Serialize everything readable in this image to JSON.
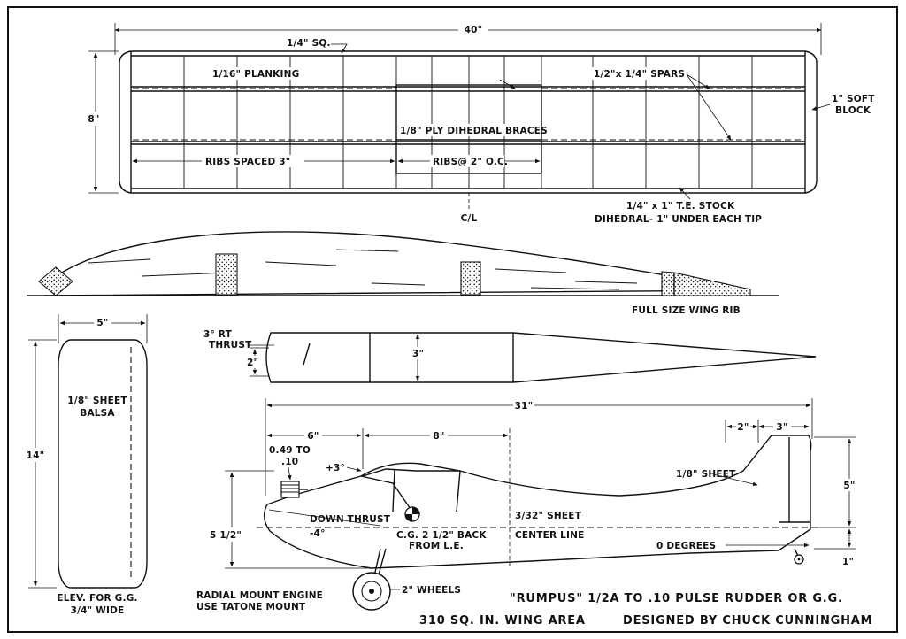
{
  "wing_plan": {
    "span_dim": "40\"",
    "le_label": "1/4\" SQ.",
    "planking_label": "1/16\" PLANKING",
    "spars_label": "1/2\"x 1/4\"  SPARS",
    "chord_dim": "8\"",
    "tip_label_1": "1\" SOFT",
    "tip_label_2": "BLOCK",
    "braces_label": "1/8\" PLY DIHEDRAL BRACES",
    "ribs_spaced_label": "RIBS  SPACED  3\"",
    "ribs_oc_label": "RIBS@ 2\" O.C.",
    "centerline_label": "C/L",
    "te_label": "1/4\" x 1\"  T.E. STOCK",
    "dihedral_label": "DIHEDRAL- 1\"  UNDER EACH TIP"
  },
  "wing_rib": {
    "caption": "FULL SIZE WING RIB"
  },
  "stab": {
    "width_dim": "5\"",
    "length_dim": "14\"",
    "material_1": "1/8\" SHEET",
    "material_2": "BALSA",
    "caption_1": "ELEV. FOR G.G.",
    "caption_2": "3/4\" WIDE"
  },
  "fuselage_top": {
    "thrust_1": "3° RT",
    "thrust_2": "THRUST",
    "nose_dim": "2\"",
    "width_dim": "3\""
  },
  "fuselage_side": {
    "length_dim": "31\"",
    "nose_dim": "6\"",
    "cabin_dim": "8\"",
    "fin_dim_1": "2\"",
    "fin_dim_2": "3\"",
    "engine_1": "0.49 TO",
    "engine_2": ".10",
    "up_angle": "+3°",
    "downthrust_label": "DOWN THRUST",
    "downthrust_angle": "-4°",
    "cg_1": "C.G. 2 1/2\" BACK",
    "cg_2": "FROM L.E.",
    "sheet_32": "3/32\" SHEET",
    "centerline": "CENTER LINE",
    "fin_sheet": "1/8\" SHEET",
    "fin_height": "5\"",
    "height_dim": "5 1/2\"",
    "zero_deg": "0  DEGREES",
    "tail_dim": "1\"",
    "wheels": "2\" WHEELS",
    "mount_1": "RADIAL MOUNT ENGINE",
    "mount_2": "USE TATONE MOUNT"
  },
  "title_block": {
    "title": "\"RUMPUS\" 1/2A TO .10 PULSE RUDDER OR G.G.",
    "area": "310 SQ. IN. WING AREA",
    "designer": "DESIGNED BY CHUCK CUNNINGHAM"
  }
}
